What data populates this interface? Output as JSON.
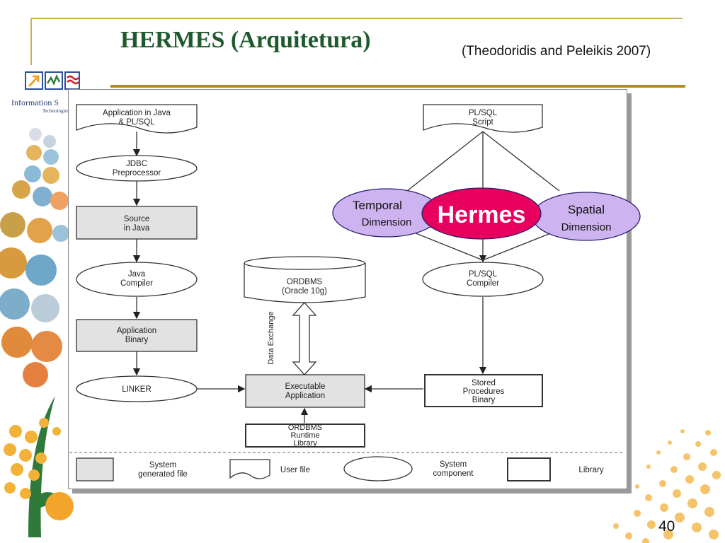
{
  "slide": {
    "title": "HERMES (Arquitetura)",
    "citation": "(Theodoridis and Peleikis 2007)",
    "page_number": "40",
    "logo_text": "Information S",
    "logo_subtext": "Technologies"
  },
  "diagram": {
    "left": {
      "app_java": [
        "Application in Java",
        "& PL/SQL"
      ],
      "jdbc": [
        "JDBC",
        "Preprocessor"
      ],
      "source": [
        "Source",
        "in Java"
      ],
      "compiler": [
        "Java",
        "Compiler"
      ],
      "binary": [
        "Application",
        "Binary"
      ],
      "linker": "LINKER"
    },
    "center": {
      "ordbms": [
        "ORDBMS",
        "(Oracle 10g)"
      ],
      "data_exchange": "Data Exchange",
      "executable": [
        "Executable",
        "Application"
      ],
      "runtime": [
        "ORDBMS",
        "Runtime",
        "Library"
      ]
    },
    "right": {
      "plsql_script": [
        "PL/SQL",
        "Script"
      ],
      "plsql_compiler": [
        "PL/SQL",
        "Compiler"
      ],
      "stored": [
        "Stored",
        "Procedures",
        "Binary"
      ]
    },
    "hermes": {
      "center": "Hermes",
      "temporal": [
        "Temporal",
        "Dimension"
      ],
      "spatial": [
        "Spatial",
        "Dimension"
      ]
    },
    "legend": {
      "system_file": [
        "System",
        "generated file"
      ],
      "user_file": "User file",
      "component": [
        "System",
        "component"
      ],
      "library": "Library"
    }
  },
  "colors": {
    "title_green": "#1f5a2e",
    "gold_rule": "#b88a1e",
    "gray_box": "#e2e2e2",
    "hermes_pink": "#e8005e",
    "dimension_lilac": "#cdb3f0"
  }
}
